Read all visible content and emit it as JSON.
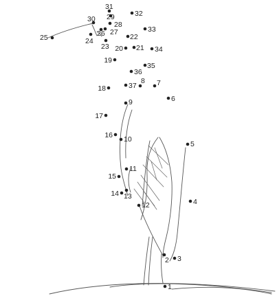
{
  "puzzle": {
    "dots": [
      {
        "n": "1"
      },
      {
        "n": "2"
      },
      {
        "n": "3"
      },
      {
        "n": "4"
      },
      {
        "n": "5"
      },
      {
        "n": "6"
      },
      {
        "n": "7"
      },
      {
        "n": "8"
      },
      {
        "n": "9"
      },
      {
        "n": "10"
      },
      {
        "n": "11"
      },
      {
        "n": "12"
      },
      {
        "n": "13"
      },
      {
        "n": "14"
      },
      {
        "n": "15"
      },
      {
        "n": "16"
      },
      {
        "n": "17"
      },
      {
        "n": "18"
      },
      {
        "n": "19"
      },
      {
        "n": "20"
      },
      {
        "n": "21"
      },
      {
        "n": "22"
      },
      {
        "n": "23"
      },
      {
        "n": "24"
      },
      {
        "n": "25"
      },
      {
        "n": "26"
      },
      {
        "n": "27"
      },
      {
        "n": "28"
      },
      {
        "n": "29"
      },
      {
        "n": "30"
      },
      {
        "n": "31"
      },
      {
        "n": "32"
      },
      {
        "n": "33"
      },
      {
        "n": "34"
      },
      {
        "n": "35"
      },
      {
        "n": "36"
      },
      {
        "n": "37"
      }
    ]
  }
}
